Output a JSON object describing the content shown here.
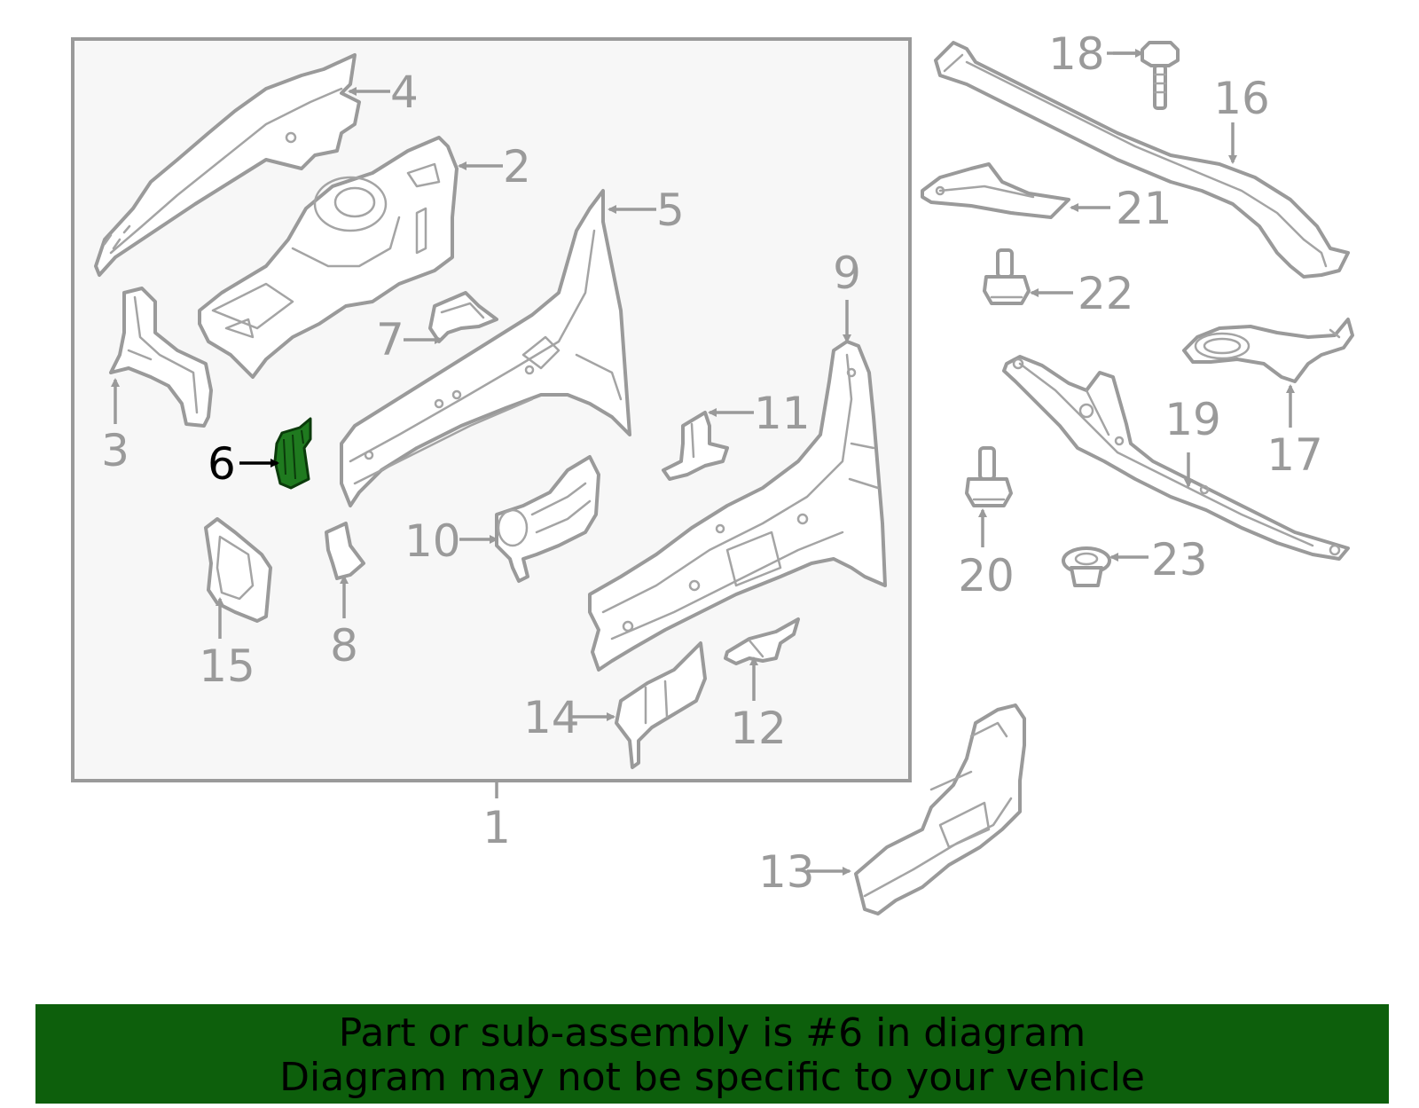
{
  "callouts": {
    "c1": "1",
    "c2": "2",
    "c3": "3",
    "c4": "4",
    "c5": "5",
    "c6": "6",
    "c7": "7",
    "c8": "8",
    "c9": "9",
    "c10": "10",
    "c11": "11",
    "c12": "12",
    "c13": "13",
    "c14": "14",
    "c15": "15",
    "c16": "16",
    "c17": "17",
    "c18": "18",
    "c19": "19",
    "c20": "20",
    "c21": "21",
    "c22": "22",
    "c23": "23"
  },
  "highlighted_part": "6",
  "colors": {
    "highlight_fill": "#1f7a1f",
    "banner_background": "#0d5f0c",
    "line_gray": "#9a9a9a",
    "panel_background": "#f7f7f7"
  },
  "banner": {
    "line1": "Part or sub-assembly is #6 in diagram",
    "line2": "Diagram may not be specific to your vehicle"
  }
}
